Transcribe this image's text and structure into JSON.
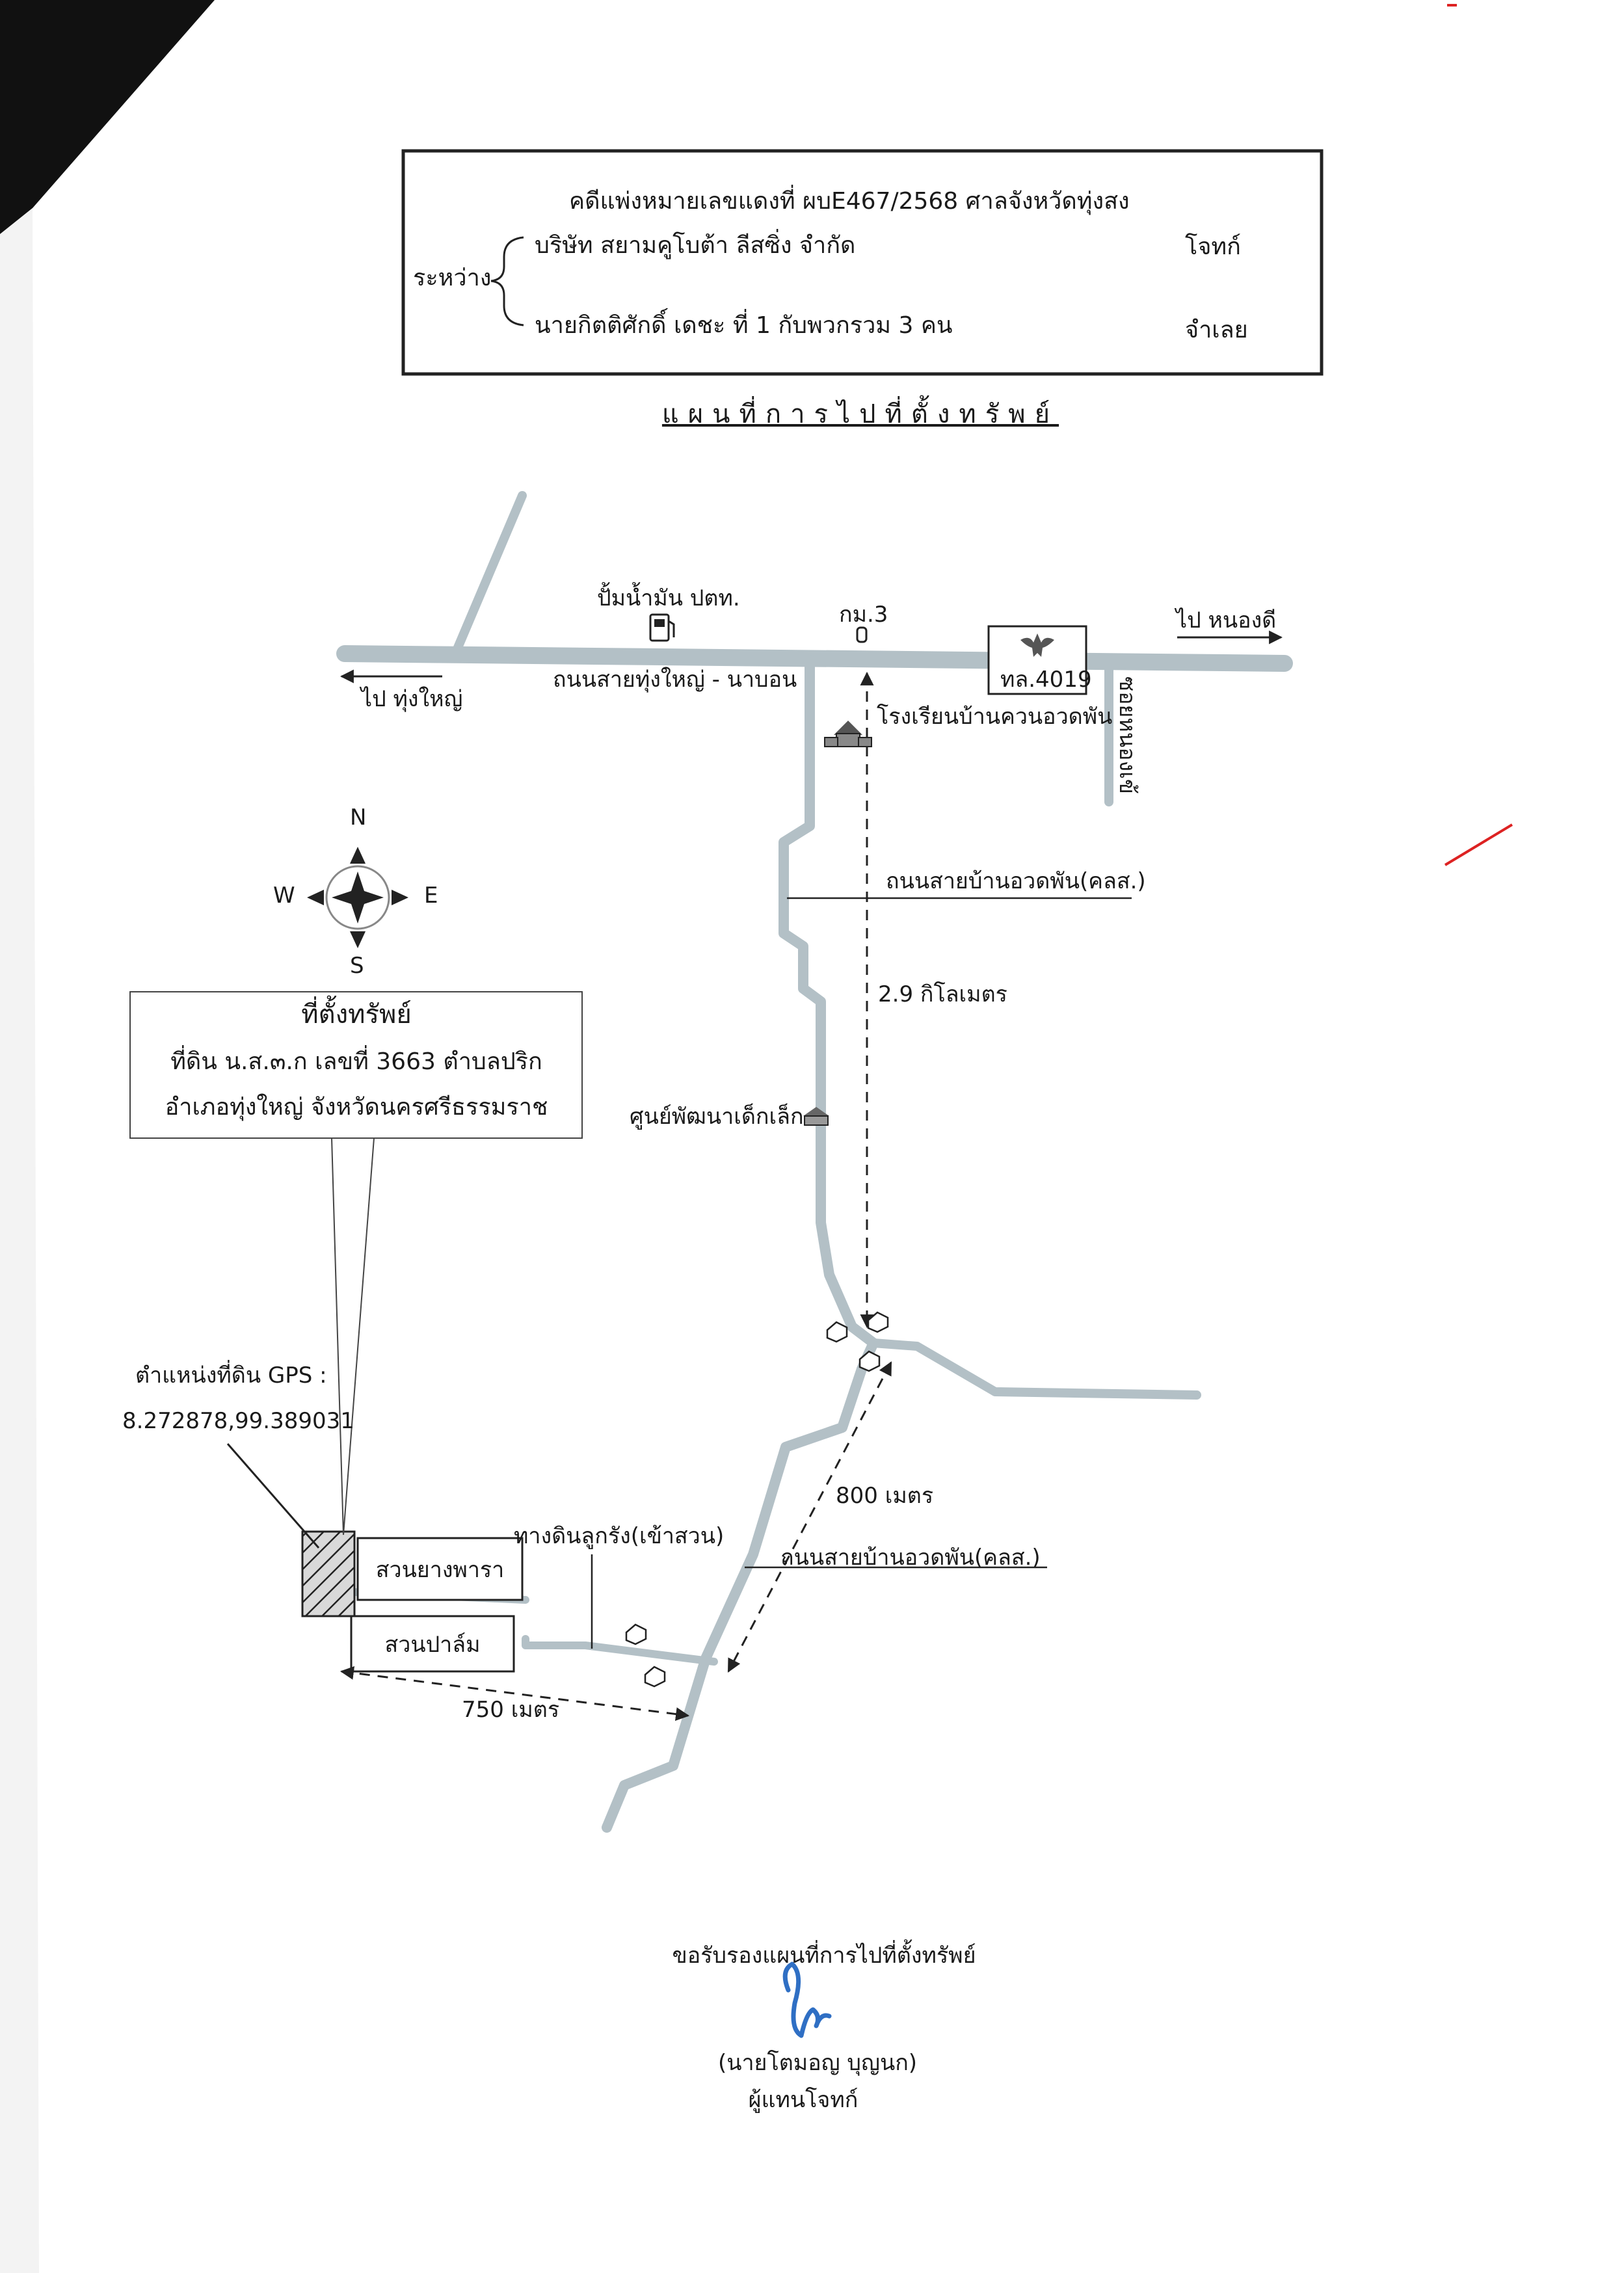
{
  "header": {
    "case_line": "คดีแพ่งหมายเลขแดงที่  ผบE467/2568   ศาลจังหวัดทุ่งสง",
    "between_label": "ระหว่าง",
    "plaintiff_name": "บริษัท สยามคูโบต้า ลีสซิ่ง จำกัด",
    "plaintiff_role": "โจทก์",
    "defendant_name": "นายกิตติศักดิ์  เดชะ ที่  1  กับพวกรวม 3 คน",
    "defendant_role": "จำเลย"
  },
  "map_title": "แผนที่การไปที่ตั้งทรัพย์",
  "map": {
    "gas_station": "ปั้มน้ำมัน ปตท.",
    "km_marker": "กม.3",
    "to_nong_dee": "ไป หนองดี",
    "to_thung_yai": "ไป ทุ่งใหญ่",
    "main_road": "ถนนสายทุ่งใหญ่ - นาบอน",
    "highway_sign": "ทล.4019",
    "school": "โรงเรียนบ้านควนอวดพัน",
    "side_soi": "ซอยหนองเข้",
    "compass": {
      "n": "N",
      "s": "S",
      "e": "E",
      "w": "W"
    },
    "road_awadphan_upper": "ถนนสายบ้านอวดพัน(คลส.)",
    "distance_2_9": "2.9 กิโลเมตร",
    "child_center": "ศูนย์พัฒนาเด็กเล็ก",
    "distance_800": "800 เมตร",
    "road_awadphan_lower": "ถนนสายบ้านอวดพัน(คลส.)",
    "dirt_road": "ทางดินลูกรัง(เข้าสวน)",
    "rubber_garden": "สวนยางพารา",
    "palm_garden": "สวนปาล์ม",
    "distance_750": "750 เมตร",
    "gps_label": "ตำแหน่งที่ดิน GPS :",
    "gps_value": "8.272878,99.389031"
  },
  "property_box": {
    "title": "ที่ตั้งทรัพย์",
    "line1": "ที่ดิน น.ส.๓.ก เลขที่ 3663 ตำบลปริก",
    "line2": "อำเภอทุ่งใหญ่  จังหวัดนครศรีธรรมราช"
  },
  "footer": {
    "certify": "ขอรับรองแผนที่การไปที่ตั้งทรัพย์",
    "name": "(นายโตมอญ   บุญนก)",
    "role": "ผู้แทนโจทก์"
  },
  "colors": {
    "road": "#b3c0c6",
    "line": "#222222",
    "scan_corner": "#111111",
    "signature": "#2f6fc4"
  }
}
